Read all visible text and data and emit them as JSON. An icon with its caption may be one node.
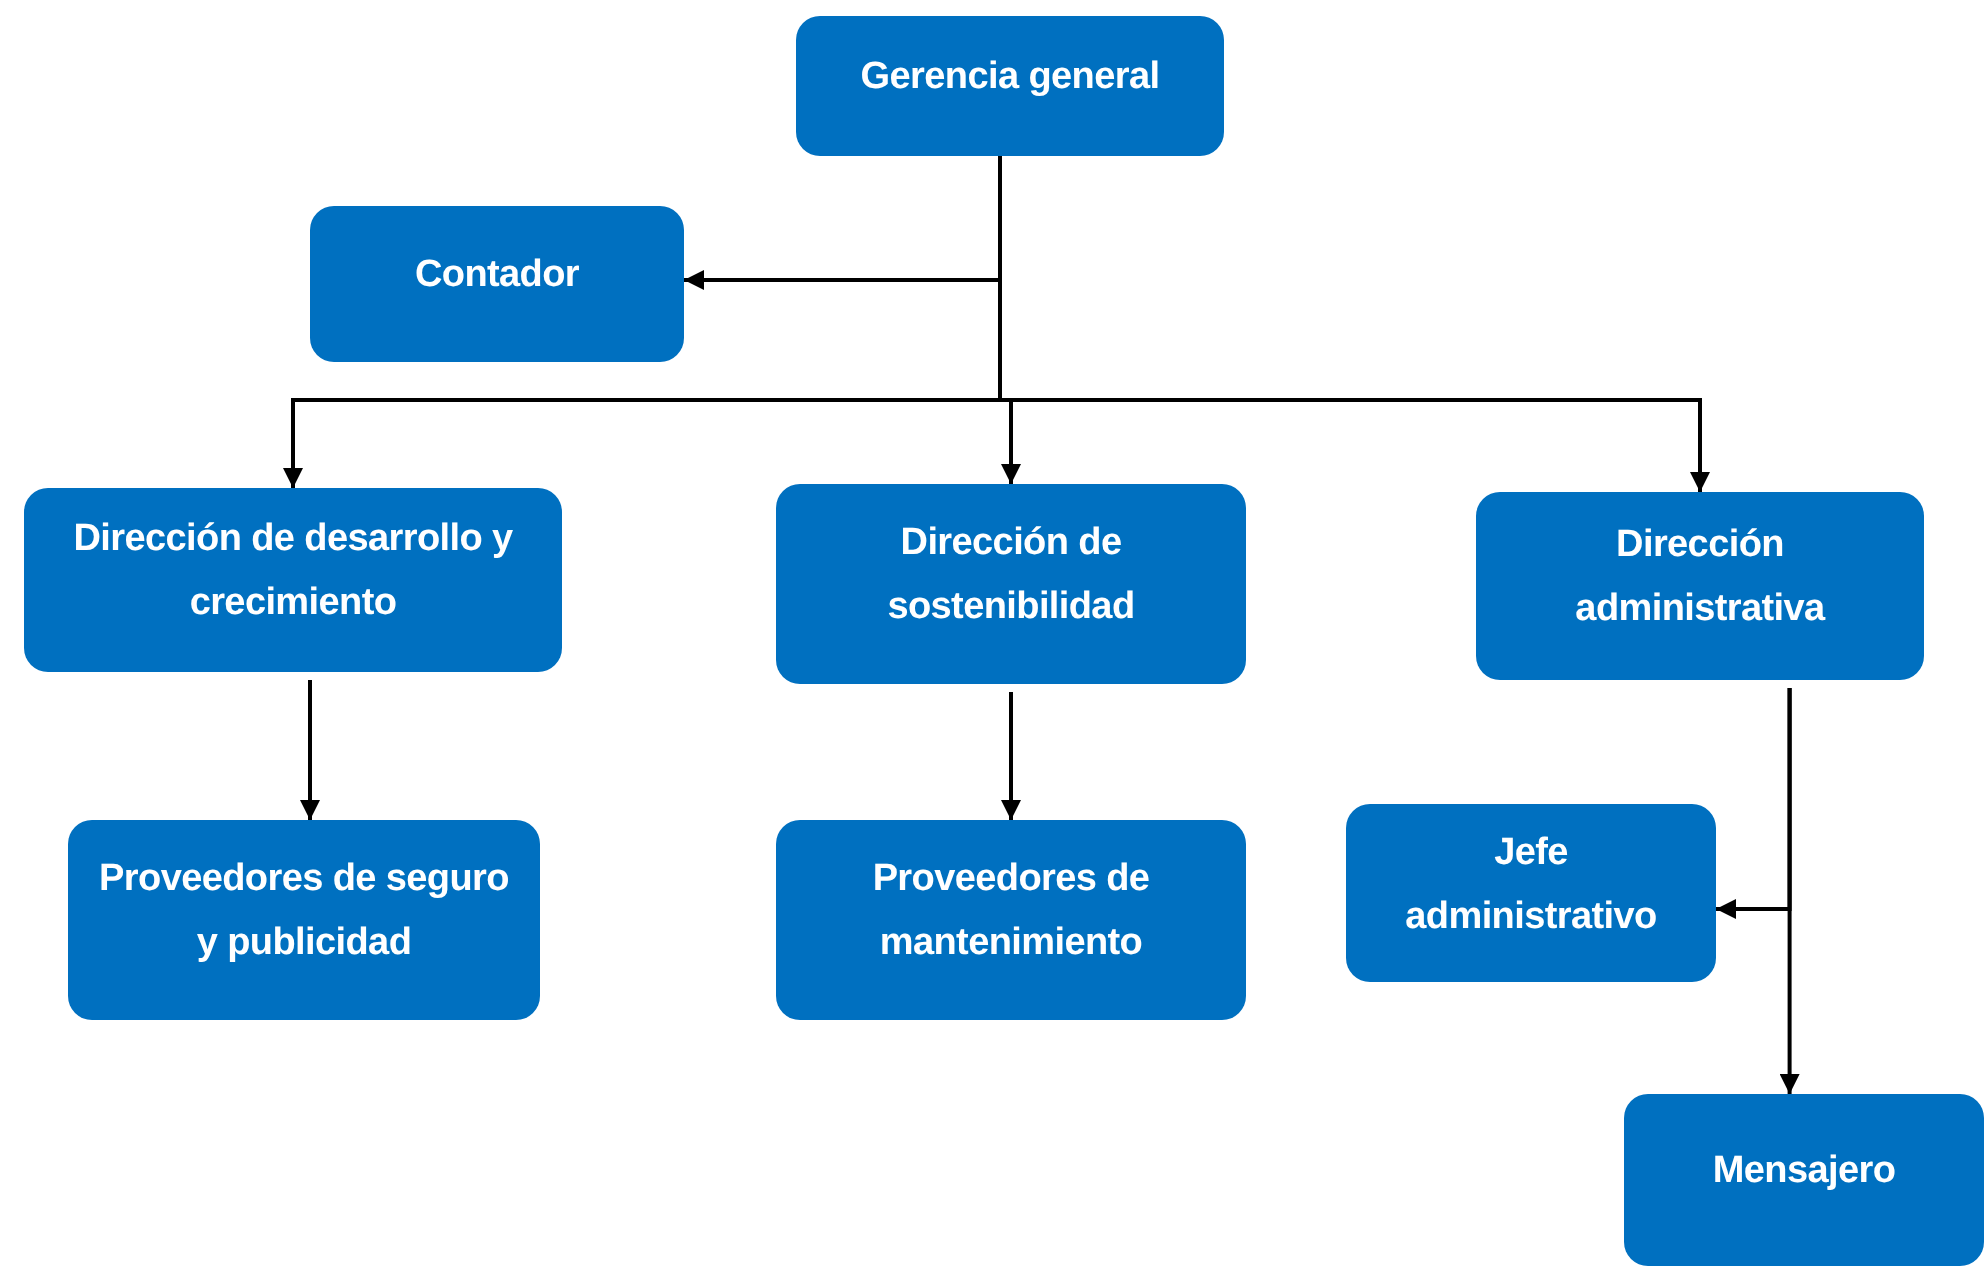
{
  "diagram": {
    "nodes": [
      {
        "text": [
          "Gerencia general"
        ]
      },
      {
        "text": [
          "Contador"
        ]
      },
      {
        "text": [
          "Dirección de desarrollo y crecimiento"
        ]
      },
      {
        "text": [
          "Dirección de sostenibilidad"
        ]
      },
      {
        "text": [
          "Dirección administrativa"
        ]
      },
      {
        "text": [
          "Proveedores de seguro y publicidad"
        ]
      },
      {
        "text": [
          "Proveedores de mantenimiento"
        ]
      },
      {
        "text": [
          "Jefe administrativo"
        ]
      },
      {
        "text": [
          "Mensajero"
        ]
      }
    ],
    "edges": [
      {
        "from": 0,
        "to": 1,
        "arrow": "to"
      },
      {
        "from": 0,
        "to": 2,
        "arrow": "to"
      },
      {
        "from": 0,
        "to": 3,
        "arrow": "to"
      },
      {
        "from": 0,
        "to": 4,
        "arrow": "to"
      },
      {
        "from": 2,
        "to": 5,
        "arrow": "to"
      },
      {
        "from": 3,
        "to": 6,
        "arrow": "to"
      },
      {
        "from": 4,
        "to": 7,
        "arrow": "to"
      },
      {
        "from": 4,
        "to": 8,
        "arrow": "to"
      }
    ]
  }
}
